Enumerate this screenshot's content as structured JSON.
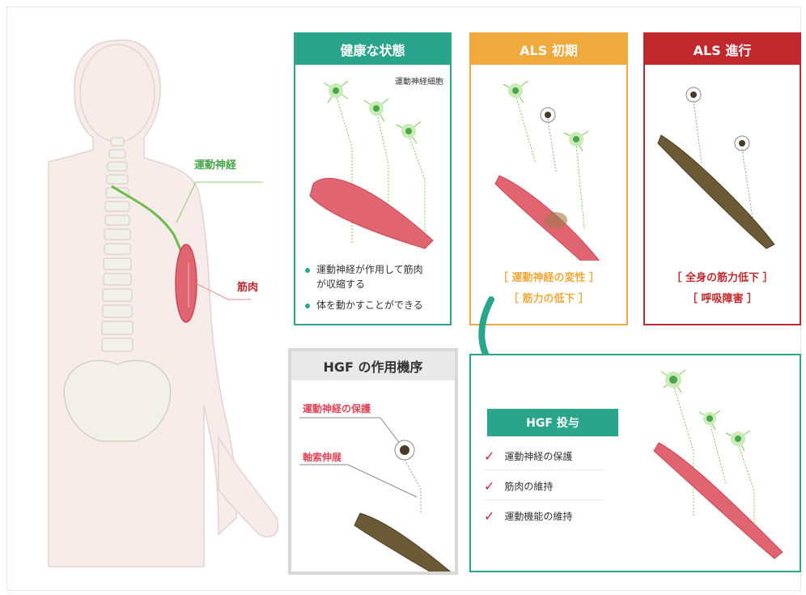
{
  "body_labels": {
    "nerve": "運動神経",
    "muscle": "筋肉"
  },
  "healthy": {
    "title": "健康な状態",
    "cell_label": "運動神経細胞",
    "bullets": [
      "運動神経が作用して筋肉",
      "が収縮する",
      "体を動かすことができる"
    ]
  },
  "early": {
    "title": "ALS 初期",
    "line1": "［ 運動神経の変性 ］",
    "line2": "［ 筋力の低下 ］"
  },
  "advanced": {
    "title": "ALS 進行",
    "line1": "［ 全身の筋力低下 ］",
    "line2": "［ 呼吸障害 ］"
  },
  "hgf_mechanism": {
    "title": "HGF の作用機序",
    "label1": "運動神経の保護",
    "label2": "軸索伸展"
  },
  "hgf_dose": {
    "title": "HGF 投与",
    "items": [
      "運動神経の保護",
      "筋肉の維持",
      "運動機能の維持"
    ]
  },
  "colors": {
    "teal": "#2aa58c",
    "orange": "#f0a93c",
    "red": "#c0282e",
    "grey_head": "#e9e9e9",
    "muscle": "#e06570",
    "nerve": "#6dbb4a"
  }
}
